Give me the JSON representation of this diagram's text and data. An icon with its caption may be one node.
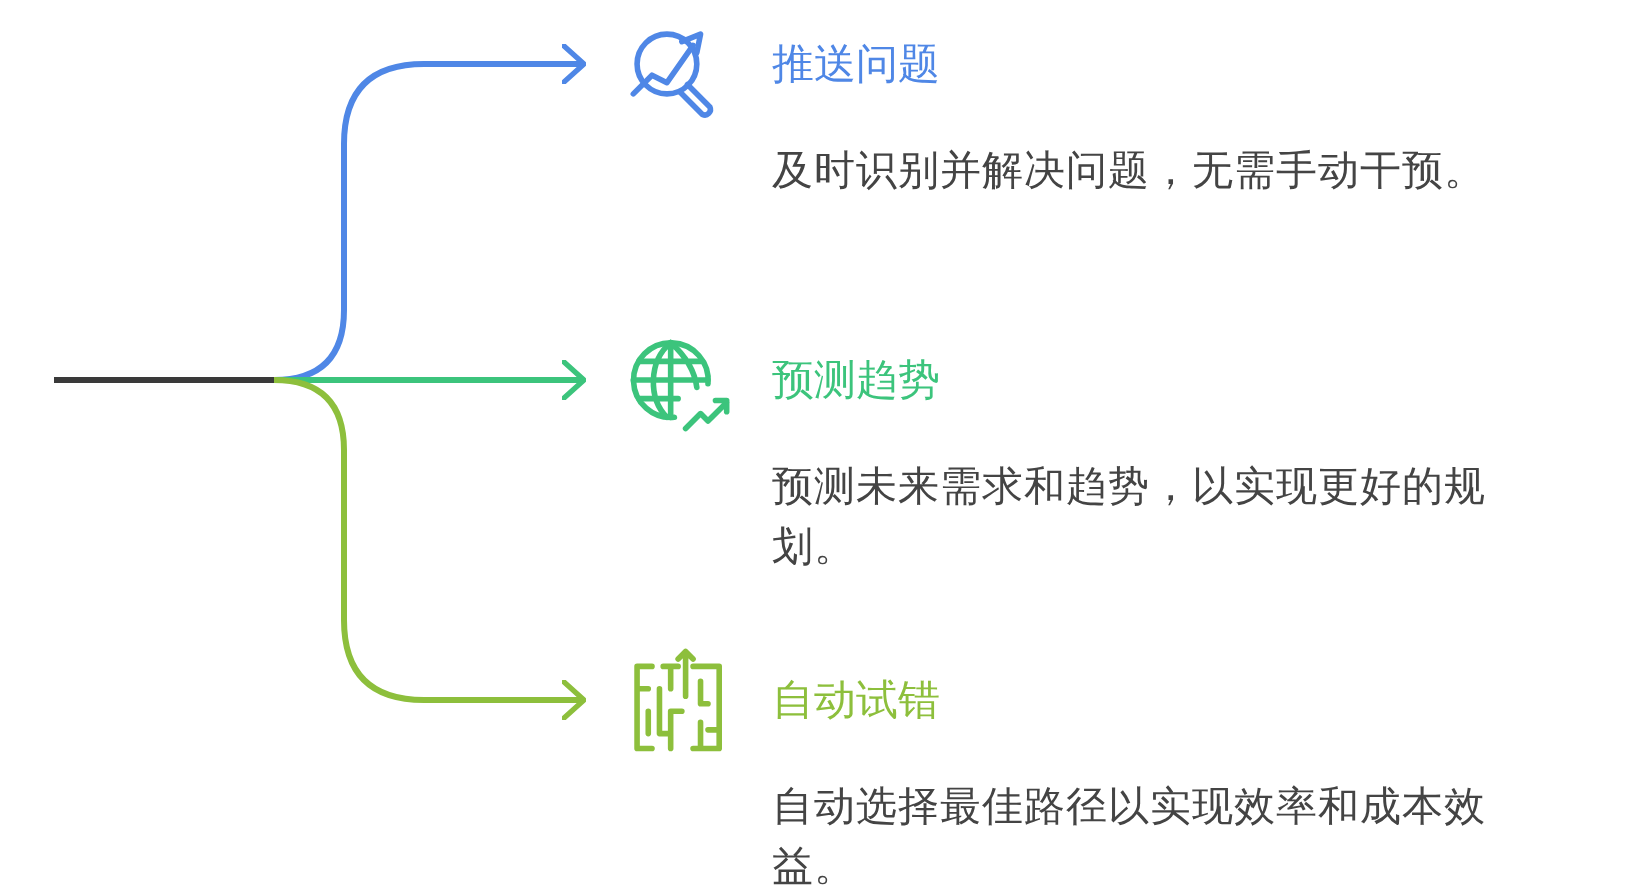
{
  "diagram": {
    "nodes": [
      {
        "text": [],
        "shape": "picture",
        "beside": [
          "推送问题",
          "及时识别并解决问题，无需手动干预。"
        ]
      },
      {
        "text": [],
        "shape": "picture",
        "beside": [
          "预测趋势",
          "预测未来需求和趋势，以实现更好的规划。"
        ]
      },
      {
        "text": [],
        "shape": "picture",
        "beside": [
          "自动试错",
          "自动选择最佳路径以实现效率和成本效益。"
        ]
      }
    ],
    "edges": [
      {
        "from": null,
        "to": 0,
        "arrow": "to",
        "color": "#4f87e6"
      },
      {
        "from": null,
        "to": 1,
        "arrow": "to",
        "color": "#3cc47c"
      },
      {
        "from": null,
        "to": 2,
        "arrow": "to",
        "color": "#8dbf3c"
      }
    ]
  }
}
